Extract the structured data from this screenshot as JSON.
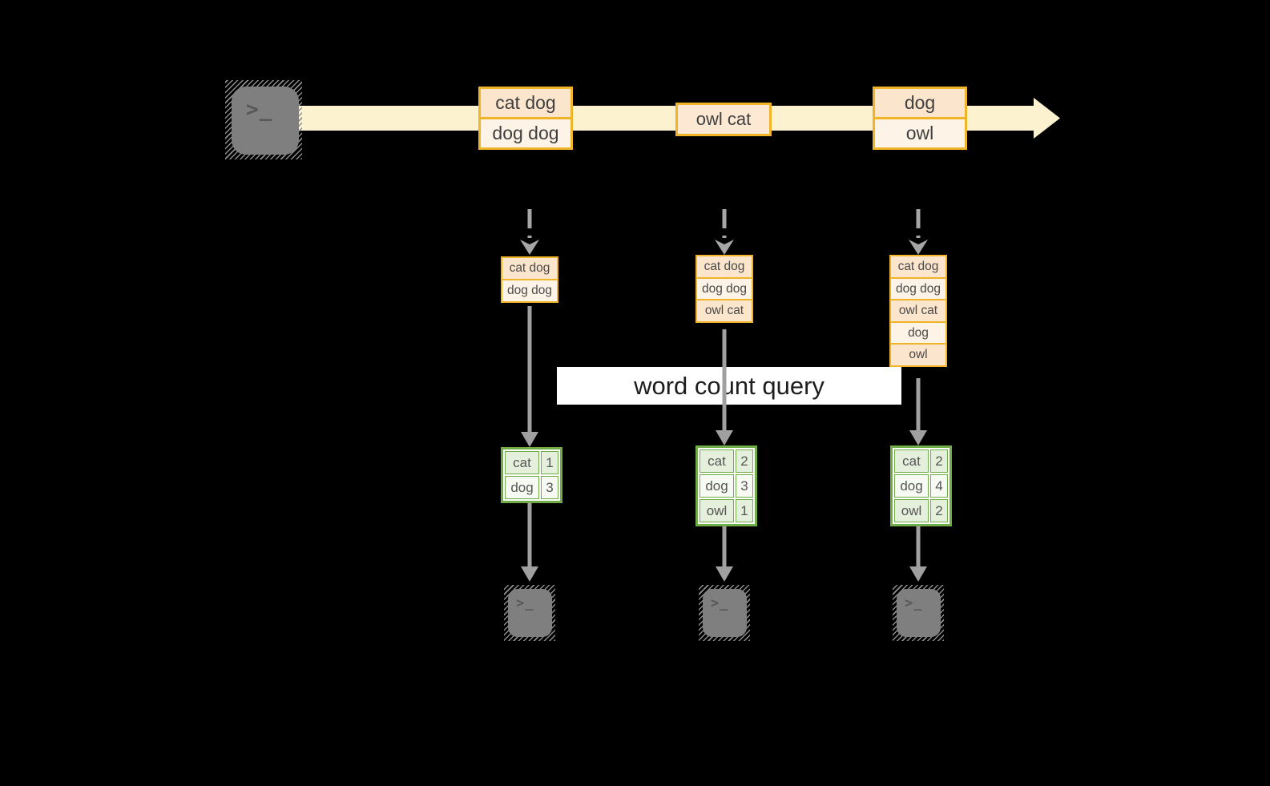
{
  "icons": {
    "terminal_glyph": ">_"
  },
  "stream": {
    "events": [
      {
        "lines": [
          "cat dog",
          "dog dog"
        ]
      },
      {
        "lines": [
          "owl cat"
        ]
      },
      {
        "lines": [
          "dog",
          "owl"
        ]
      }
    ]
  },
  "query_label": "word count query",
  "columns": [
    {
      "buffer": [
        "cat dog",
        "dog dog"
      ],
      "counts": [
        {
          "word": "cat",
          "count": "1"
        },
        {
          "word": "dog",
          "count": "3"
        }
      ]
    },
    {
      "buffer": [
        "cat dog",
        "dog dog",
        "owl cat"
      ],
      "counts": [
        {
          "word": "cat",
          "count": "2"
        },
        {
          "word": "dog",
          "count": "3"
        },
        {
          "word": "owl",
          "count": "1"
        }
      ]
    },
    {
      "buffer": [
        "cat dog",
        "dog dog",
        "owl cat",
        "dog",
        "owl"
      ],
      "counts": [
        {
          "word": "cat",
          "count": "2"
        },
        {
          "word": "dog",
          "count": "4"
        },
        {
          "word": "owl",
          "count": "2"
        }
      ]
    }
  ],
  "colors": {
    "background": "#000000",
    "stream_band": "#FCF2CF",
    "event_border": "#F0B428",
    "event_fill_dark": "#FBE5CC",
    "event_fill_light": "#FDF3E6",
    "table_border": "#70AD47",
    "table_fill_green": "#E4EFDC",
    "table_fill_white": "#F7FAF3",
    "arrow_gray": "#A0A0A0",
    "terminal_gray": "#7F7F7F"
  }
}
